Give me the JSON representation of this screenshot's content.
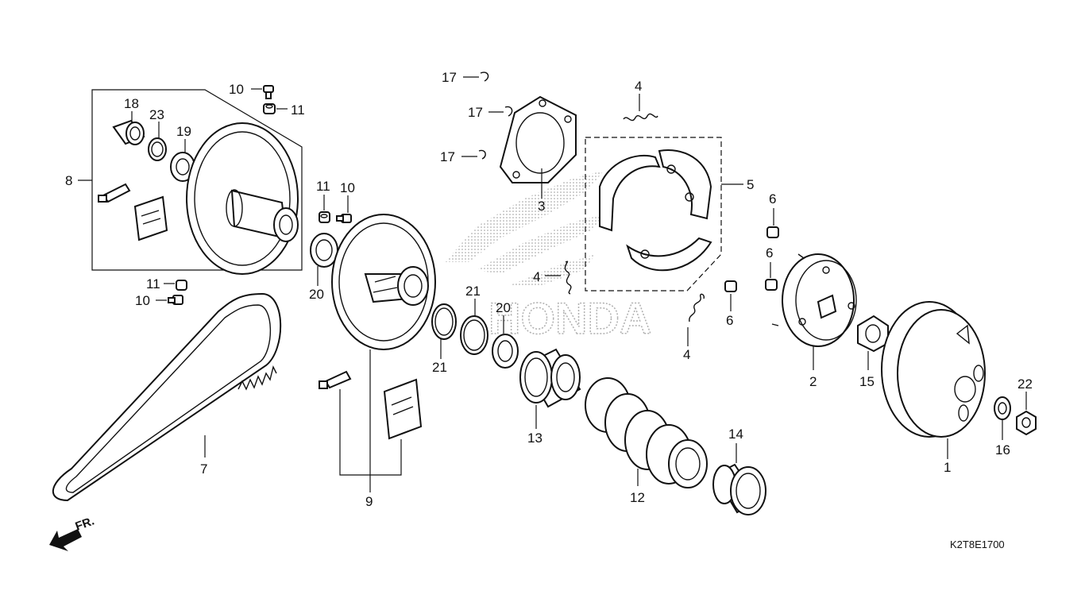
{
  "callouts": {
    "c1": "1",
    "c2": "2",
    "c3": "3",
    "c4a": "4",
    "c4b": "4",
    "c4c": "4",
    "c5": "5",
    "c6a": "6",
    "c6b": "6",
    "c6c": "6",
    "c7": "7",
    "c8": "8",
    "c9": "9",
    "c10a": "10",
    "c10b": "10",
    "c10c": "10",
    "c11a": "11",
    "c11b": "11",
    "c11c": "11",
    "c12": "12",
    "c13": "13",
    "c14": "14",
    "c15": "15",
    "c16": "16",
    "c17a": "17",
    "c17b": "17",
    "c17c": "17",
    "c18": "18",
    "c19": "19",
    "c20a": "20",
    "c20b": "20",
    "c21a": "21",
    "c21b": "21",
    "c22": "22",
    "c23": "23"
  },
  "diagram_code": "K2T8E1700",
  "front_marker": "FR.",
  "watermark_text": "HONDA"
}
